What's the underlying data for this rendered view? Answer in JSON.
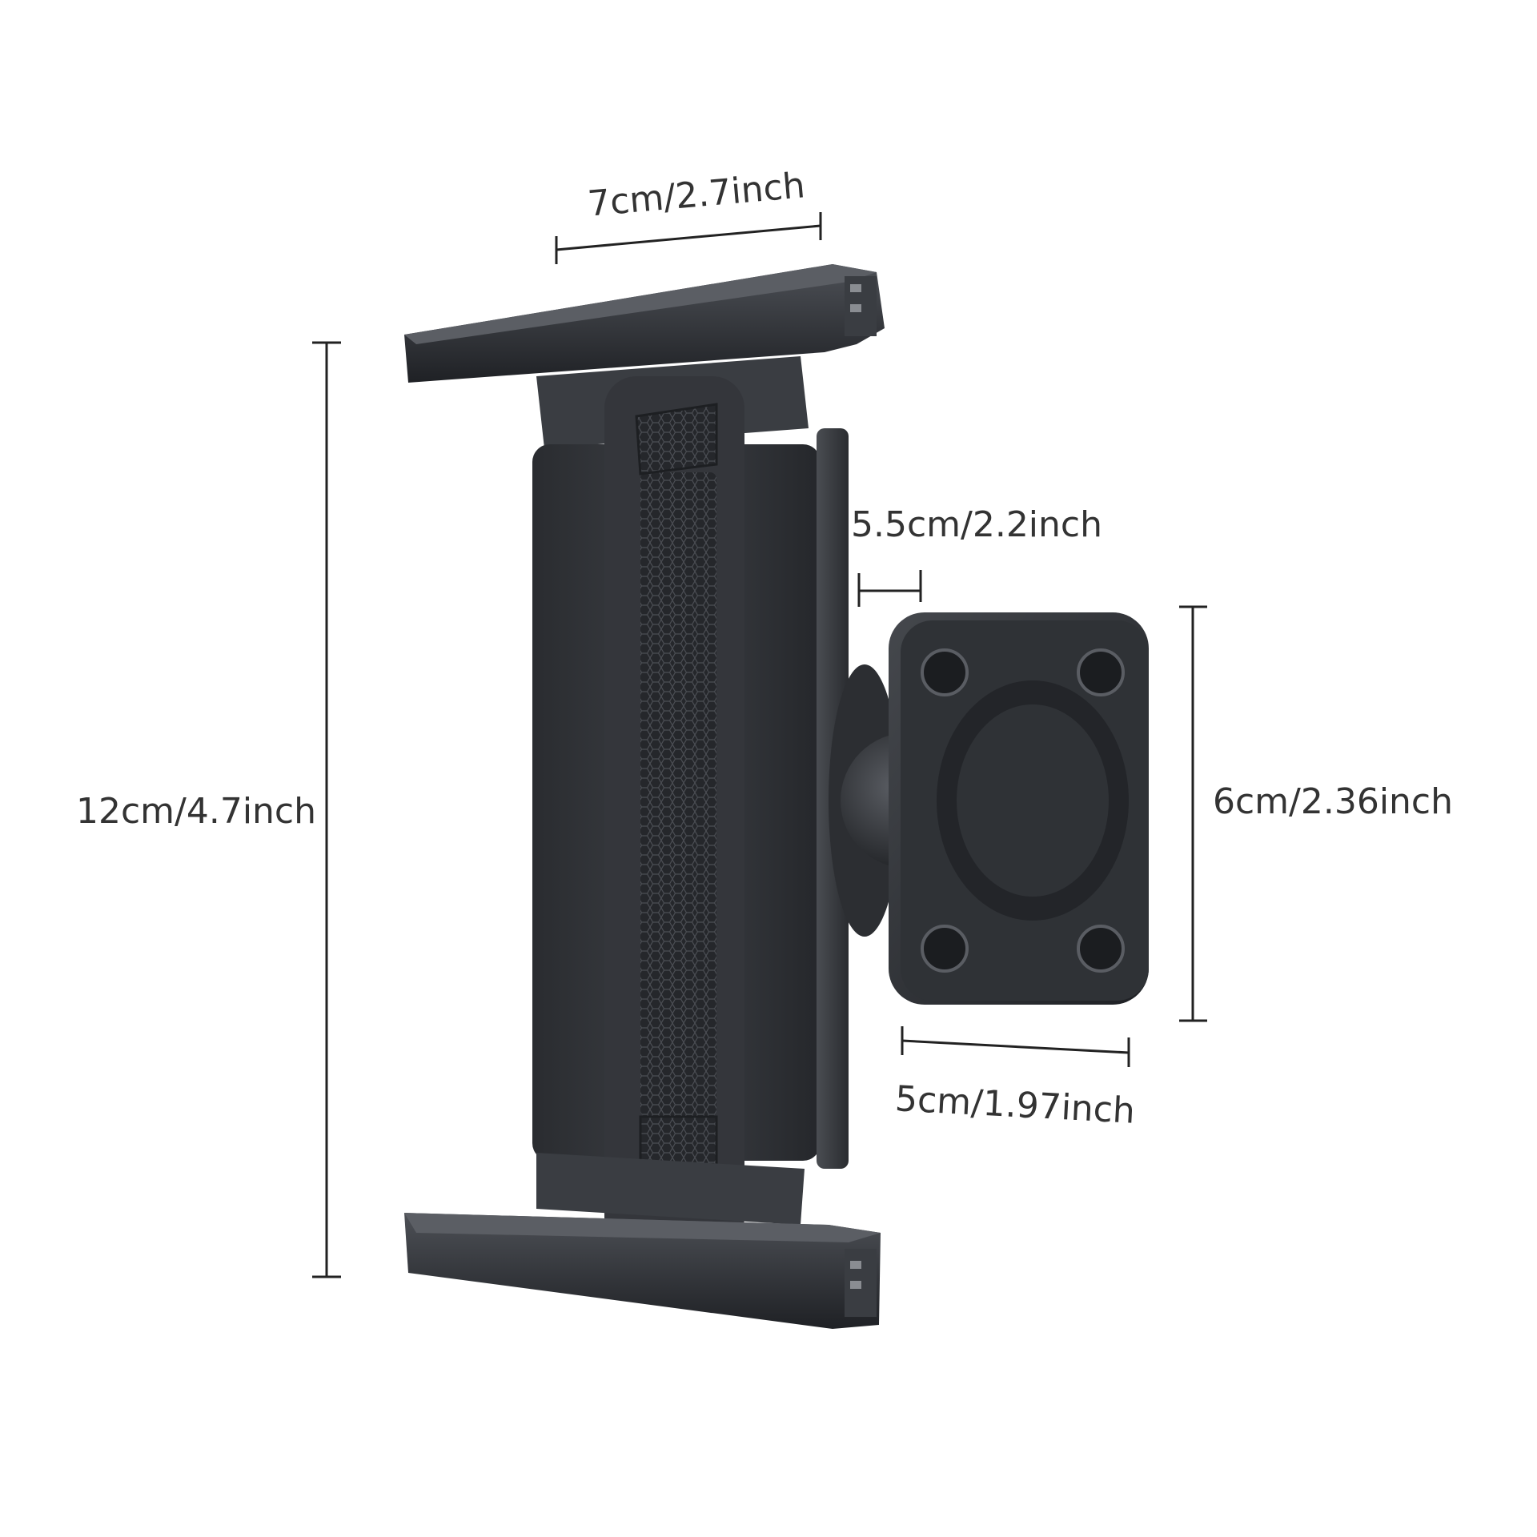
{
  "dimensions": {
    "top_width": "7cm/2.7inch",
    "height": "12cm/4.7inch",
    "arm_depth": "5.5cm/2.2inch",
    "plate_height": "6cm/2.36inch",
    "plate_width": "5cm/1.97inch"
  },
  "colors": {
    "background": "#ffffff",
    "body_dark": "#2b2d31",
    "body_mid": "#3a3d42",
    "body_light": "#55585e",
    "label": "#333333",
    "line": "#222222"
  }
}
